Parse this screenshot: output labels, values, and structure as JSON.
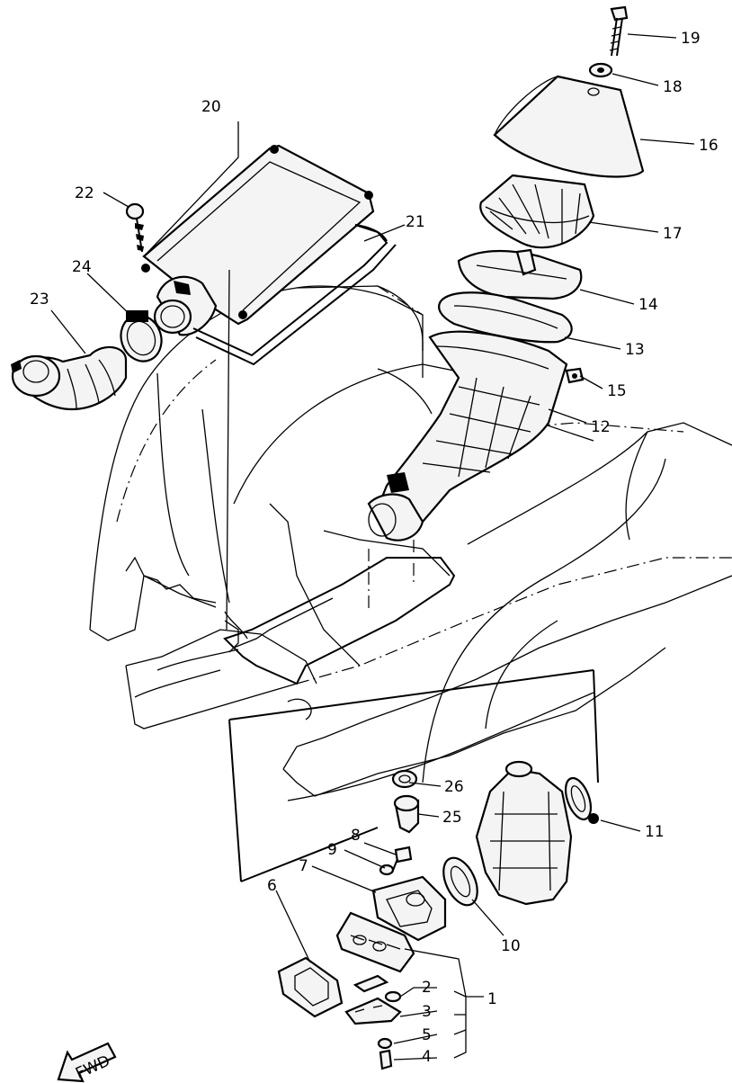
{
  "diagram": {
    "fwd_label": "FWD",
    "callouts": [
      {
        "id": "c1",
        "label": "1"
      },
      {
        "id": "c2",
        "label": "2"
      },
      {
        "id": "c3",
        "label": "3"
      },
      {
        "id": "c4",
        "label": "4"
      },
      {
        "id": "c5",
        "label": "5"
      },
      {
        "id": "c6",
        "label": "6"
      },
      {
        "id": "c7",
        "label": "7"
      },
      {
        "id": "c8",
        "label": "8"
      },
      {
        "id": "c9",
        "label": "9"
      },
      {
        "id": "c10",
        "label": "10"
      },
      {
        "id": "c11",
        "label": "11"
      },
      {
        "id": "c12",
        "label": "12"
      },
      {
        "id": "c13",
        "label": "13"
      },
      {
        "id": "c14",
        "label": "14"
      },
      {
        "id": "c15",
        "label": "15"
      },
      {
        "id": "c16",
        "label": "16"
      },
      {
        "id": "c17",
        "label": "17"
      },
      {
        "id": "c18",
        "label": "18"
      },
      {
        "id": "c19",
        "label": "19"
      },
      {
        "id": "c20",
        "label": "20"
      },
      {
        "id": "c21",
        "label": "21"
      },
      {
        "id": "c22",
        "label": "22"
      },
      {
        "id": "c23",
        "label": "23"
      },
      {
        "id": "c24",
        "label": "24"
      },
      {
        "id": "c25",
        "label": "25"
      },
      {
        "id": "c26",
        "label": "26"
      }
    ]
  }
}
